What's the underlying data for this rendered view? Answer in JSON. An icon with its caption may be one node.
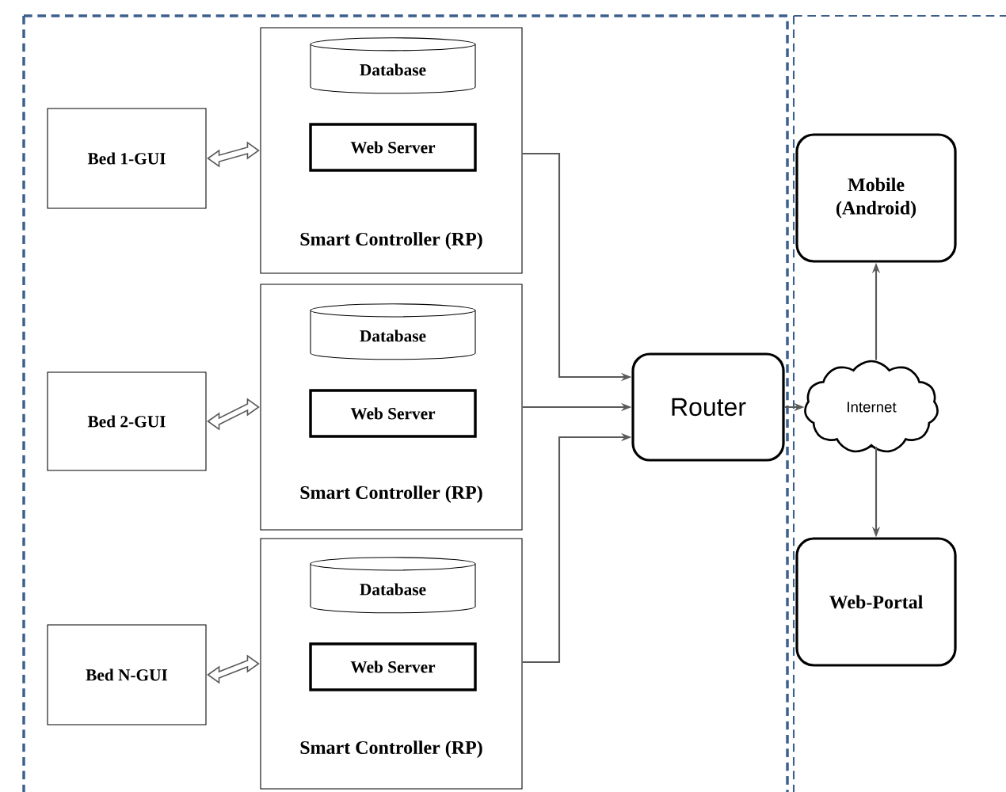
{
  "diagram": {
    "nodes": [
      {
        "text": [
          "Bed 1-GUI"
        ]
      },
      {
        "text": [
          "Smart Controller (RP)"
        ]
      },
      {
        "text": [
          "Database"
        ],
        "in": 1
      },
      {
        "text": [
          "Web Server"
        ],
        "in": 1
      },
      {
        "text": [
          "Bed 2-GUI"
        ]
      },
      {
        "text": [
          "Smart Controller (RP)"
        ]
      },
      {
        "text": [
          "Database"
        ],
        "in": 5
      },
      {
        "text": [
          "Web Server"
        ],
        "in": 5
      },
      {
        "text": [
          "Bed N-GUI"
        ]
      },
      {
        "text": [
          "Smart Controller (RP)"
        ]
      },
      {
        "text": [
          "Database"
        ],
        "in": 9
      },
      {
        "text": [
          "Web Server"
        ],
        "in": 9
      },
      {
        "text": [
          "Router"
        ]
      },
      {
        "text": [
          "Internet"
        ]
      },
      {
        "text": [
          "Mobile (Android)"
        ]
      },
      {
        "text": [
          "Web-Portal"
        ]
      }
    ],
    "edges": [
      {
        "from": 0,
        "to": 1,
        "arrow": "both",
        "style": "thick"
      },
      {
        "from": 4,
        "to": 5,
        "arrow": "both",
        "style": "thick"
      },
      {
        "from": 8,
        "to": 9,
        "arrow": "both",
        "style": "thick"
      },
      {
        "from": 1,
        "to": 12,
        "arrow": "to"
      },
      {
        "from": 5,
        "to": 12,
        "arrow": "to"
      },
      {
        "from": 9,
        "to": 12,
        "arrow": "to"
      },
      {
        "from": 12,
        "to": 13,
        "arrow": "to"
      },
      {
        "from": 13,
        "to": 14,
        "arrow": "to"
      },
      {
        "from": 13,
        "to": 15,
        "arrow": "to"
      }
    ]
  }
}
